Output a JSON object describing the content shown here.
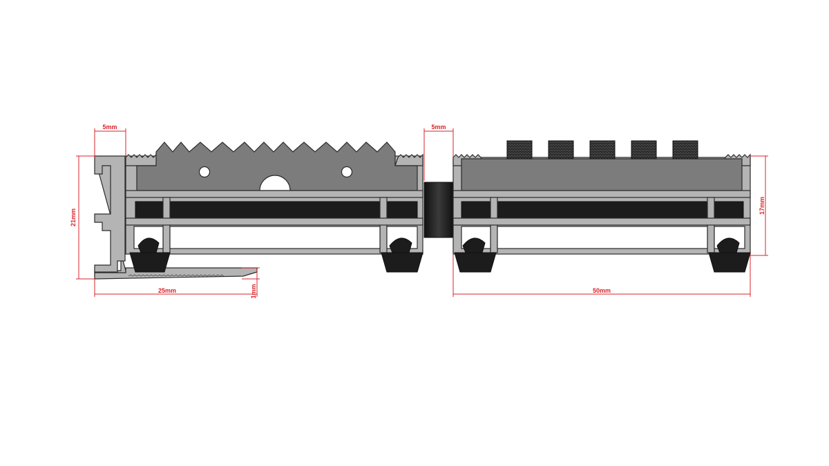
{
  "dimensions": {
    "left_top_width": "5mm",
    "middle_top_width": "5mm",
    "left_height": "21mm",
    "ramp_length": "25mm",
    "ramp_height": "1mm",
    "right_width": "50mm",
    "right_height": "17mm"
  },
  "colors": {
    "dimension": "#d8232a",
    "aluminium": "#b4b4b4",
    "insert": "#7c7c7c",
    "rubber": "#1c1c1c"
  }
}
